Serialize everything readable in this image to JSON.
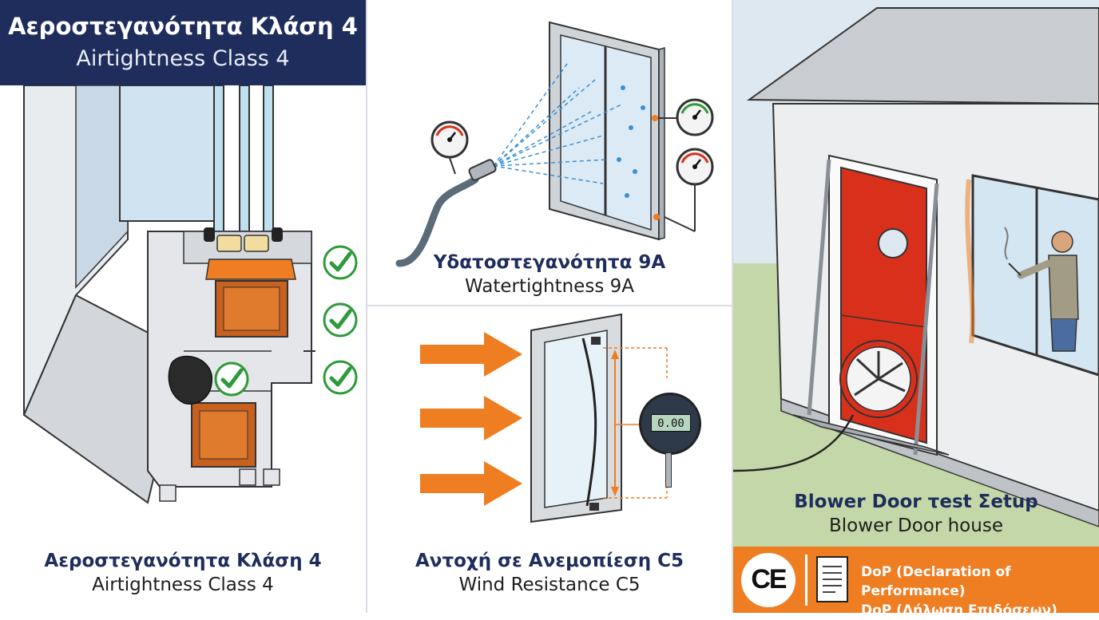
{
  "header": {
    "title_gr": "Αεροστεγανότητα Κλάση 4",
    "title_en": "Airtightness Class 4"
  },
  "panels": {
    "airtightness": {
      "caption_gr": "Αεροστεγανότητα Κλάση 4",
      "caption_en": "Airtightness Class 4"
    },
    "watertightness": {
      "caption_gr": "Υδατοστεγανότητα 9A",
      "caption_en": "Watertightness 9A"
    },
    "wind": {
      "caption_gr": "Αντοχή σε Ανεμοπίεση C5",
      "caption_en": "Wind Resistance C5",
      "gauge_reading": "0.00"
    },
    "blower": {
      "caption_gr": "Blower Door τest Σetup",
      "caption_en": "Blower Door house"
    }
  },
  "dop": {
    "mark": "CE",
    "line_en": "DoP (Declaration of Performance)",
    "line_gr": "DoP (Δήλωση Επιδόσεων)"
  },
  "colors": {
    "navy": "#1f2d5c",
    "orange": "#ef7d22",
    "check_green": "#2e9a3a",
    "door_red": "#d9301c"
  },
  "icons": [
    "check-icon",
    "pressure-gauge-icon",
    "digital-gauge-icon",
    "wind-arrow-icon",
    "document-icon",
    "ce-mark-icon",
    "fan-icon"
  ]
}
